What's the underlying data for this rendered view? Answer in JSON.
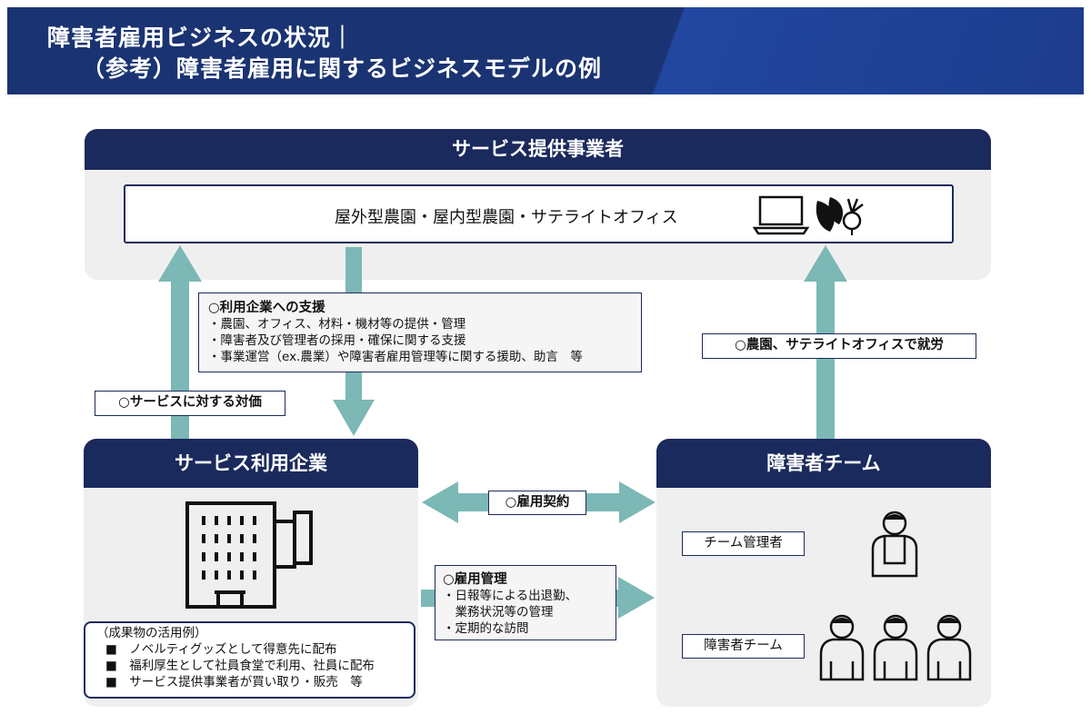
{
  "header": {
    "title_line1": "障害者雇用ビジネスの状況｜",
    "title_line2": "（参考）障害者雇用に関するビジネスモデルの例"
  },
  "provider": {
    "title": "サービス提供事業者",
    "offerings": "屋外型農園・屋内型農園・サテライトオフィス",
    "icons": [
      "laptop-icon",
      "vegetables-icon"
    ]
  },
  "support": {
    "title": "○利用企業への支援",
    "items": [
      "・農園、オフィス、材料・機材等の提供・管理",
      "・障害者及び管理者の採用・確保に関する支援",
      "・事業運営（ex.農業）や障害者雇用管理等に関する援助、助言　等"
    ]
  },
  "labels": {
    "payment": "○サービスに対する対価",
    "work": "○農園、サテライトオフィスで就労",
    "contract": "○雇用契約"
  },
  "company": {
    "title": "サービス利用企業",
    "results_heading": "（成果物の活用例）",
    "results": [
      "■　ノベルティグッズとして得意先に配布",
      "■　福利厚生として社員食堂で利用、社員に配布",
      "■　サービス提供事業者が買い取り・販売　等"
    ]
  },
  "management": {
    "title": "○雇用管理",
    "items": [
      "・日報等による出退勤、",
      "　業務状況等の管理",
      "・定期的な訪問"
    ]
  },
  "team": {
    "title": "障害者チーム",
    "manager_label": "チーム管理者",
    "team_label": "障害者チーム"
  },
  "colors": {
    "navy": "#1b2a5c",
    "header_blue": "#1a3372",
    "arrow_teal": "#7cb8b5",
    "panel_gray": "#efefef"
  }
}
